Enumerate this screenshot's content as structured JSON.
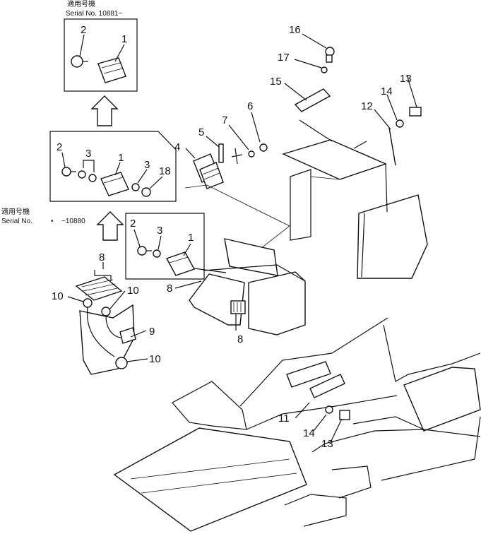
{
  "serial_notes": {
    "top_applicable_label": "適用号機",
    "top_serial": "Serial No. 10881~",
    "left_applicable_label": "適用号機",
    "left_serial_prefix": "Serial No.",
    "left_serial_range": "~10880"
  },
  "callouts": [
    {
      "id": "c-top-2",
      "text": "2"
    },
    {
      "id": "c-top-1",
      "text": "1"
    },
    {
      "id": "c-mid-2",
      "text": "2"
    },
    {
      "id": "c-mid-3a",
      "text": "3"
    },
    {
      "id": "c-mid-1",
      "text": "1"
    },
    {
      "id": "c-mid-3b",
      "text": "3"
    },
    {
      "id": "c-mid-18",
      "text": "18"
    },
    {
      "id": "c-low-2",
      "text": "2"
    },
    {
      "id": "c-low-3",
      "text": "3"
    },
    {
      "id": "c-low-1",
      "text": "1"
    },
    {
      "id": "c-4",
      "text": "4"
    },
    {
      "id": "c-5",
      "text": "5"
    },
    {
      "id": "c-7",
      "text": "7"
    },
    {
      "id": "c-6",
      "text": "6"
    },
    {
      "id": "c-16",
      "text": "16"
    },
    {
      "id": "c-17",
      "text": "17"
    },
    {
      "id": "c-15",
      "text": "15"
    },
    {
      "id": "c-13a",
      "text": "13"
    },
    {
      "id": "c-14a",
      "text": "14"
    },
    {
      "id": "c-12",
      "text": "12"
    },
    {
      "id": "c-8a",
      "text": "8"
    },
    {
      "id": "c-10a",
      "text": "10"
    },
    {
      "id": "c-10b",
      "text": "10"
    },
    {
      "id": "c-9",
      "text": "9"
    },
    {
      "id": "c-10c",
      "text": "10"
    },
    {
      "id": "c-8b",
      "text": "8"
    },
    {
      "id": "c-8c",
      "text": "8"
    },
    {
      "id": "c-11",
      "text": "11"
    },
    {
      "id": "c-14b",
      "text": "14"
    },
    {
      "id": "c-13b",
      "text": "13"
    }
  ]
}
